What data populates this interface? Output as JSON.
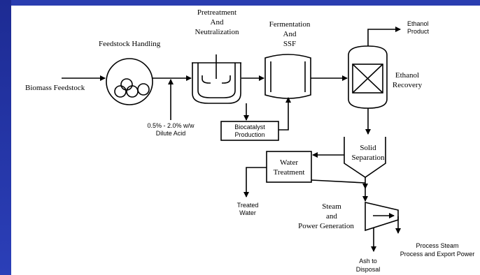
{
  "colors": {
    "background": "#1f2f9c",
    "panel": "#ffffff",
    "ink": "#000000"
  },
  "labels": {
    "biomass_feedstock": "Biomass Feedstock",
    "feedstock_handling": "Feedstock Handling",
    "pretreatment": [
      "Pretreatment",
      "And",
      "Neutralization"
    ],
    "fermentation": [
      "Fermentation",
      "And",
      "SSF"
    ],
    "ethanol_product": [
      "Ethanol",
      "Product"
    ],
    "ethanol_recovery": [
      "Ethanol",
      "Recovery"
    ],
    "dilute_acid": [
      "0.5% - 2.0% w/w",
      "Dilute Acid"
    ],
    "biocatalyst": [
      "Biocatalyst",
      "Production"
    ],
    "solid_separation": [
      "Solid",
      "Separation"
    ],
    "water_treatment": [
      "Water",
      "Treatment"
    ],
    "treated_water": [
      "Treated",
      "Water"
    ],
    "steam_power": [
      "Steam",
      "and",
      "Power Generation"
    ],
    "process_steam": [
      "Process Steam",
      "Process and Export Power"
    ],
    "ash": [
      "Ash to",
      "Disposal"
    ]
  }
}
